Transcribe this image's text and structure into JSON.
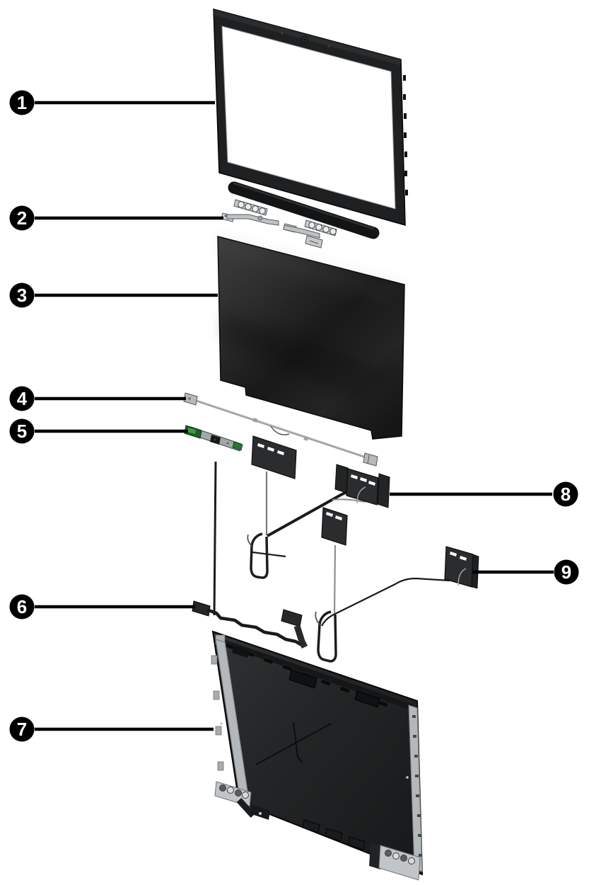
{
  "callouts": [
    {
      "number": "1",
      "target": "display-bezel"
    },
    {
      "number": "2",
      "target": "hinge-kit"
    },
    {
      "number": "3",
      "target": "display-panel"
    },
    {
      "number": "4",
      "target": "display-panel-cable"
    },
    {
      "number": "5",
      "target": "camera-module"
    },
    {
      "number": "6",
      "target": "camera-cable"
    },
    {
      "number": "7",
      "target": "display-back-cover"
    },
    {
      "number": "8",
      "target": "wireless-antenna-main"
    },
    {
      "number": "9",
      "target": "wireless-antenna-aux"
    }
  ],
  "colors": {
    "background": "#ffffff",
    "callout_fill": "#000000",
    "callout_number": "#ffffff",
    "leader_line": "#000000",
    "dark_plastic": "#212224",
    "metal_silver": "#bcbfc1",
    "pcb_green": "#2e7d32",
    "cable_black": "#1b1b1b",
    "cable_gray": "#8c9092"
  }
}
